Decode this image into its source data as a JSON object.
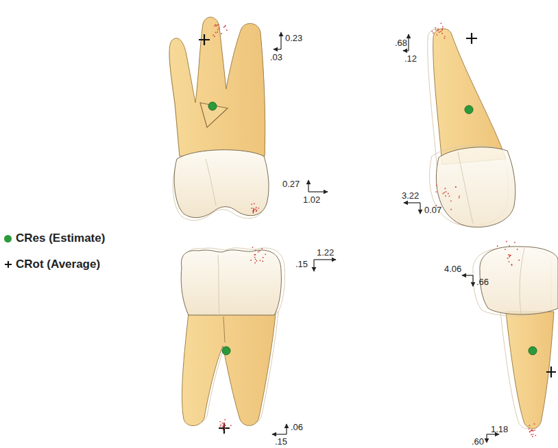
{
  "diagram": {
    "labels": [
      "0.23",
      ".03",
      "0.27",
      "1.02",
      ".68",
      ".12",
      "3.22",
      "0.07",
      "1.22",
      ".15",
      ".06",
      ".15",
      "4.06",
      ".66",
      "1.18",
      ".60"
    ],
    "legend": [
      {
        "text": "CRes (Estimate)",
        "color": "#2a9a3a"
      },
      {
        "text": "CRot (Average)"
      }
    ]
  }
}
